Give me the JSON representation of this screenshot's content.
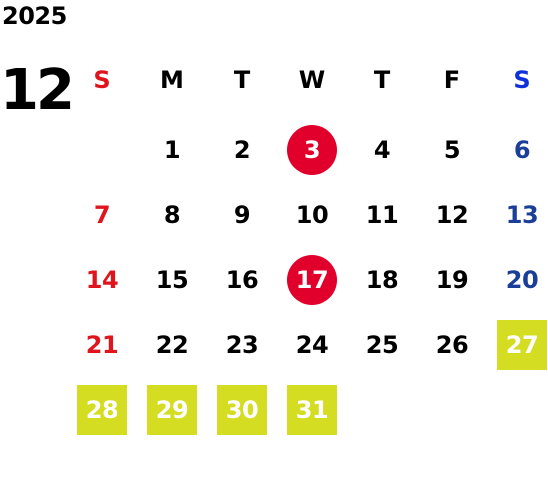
{
  "calendar": {
    "year": "2025",
    "month": "12",
    "weekdays": [
      "S",
      "M",
      "T",
      "W",
      "T",
      "F",
      "S"
    ],
    "weekday_colors": [
      "#e0141c",
      "#000000",
      "#000000",
      "#000000",
      "#000000",
      "#000000",
      "#1030d8"
    ],
    "colors": {
      "sunday": "#e0141c",
      "saturday": "#1b3f99",
      "weekday": "#000000",
      "circle_highlight": "#e0002b",
      "box_highlight": "#d4dd22",
      "highlight_text": "#ffffff"
    },
    "weeks": [
      [
        null,
        {
          "d": "1"
        },
        {
          "d": "2"
        },
        {
          "d": "3",
          "hl": "circle"
        },
        {
          "d": "4"
        },
        {
          "d": "5"
        },
        {
          "d": "6"
        }
      ],
      [
        {
          "d": "7"
        },
        {
          "d": "8"
        },
        {
          "d": "9"
        },
        {
          "d": "10"
        },
        {
          "d": "11"
        },
        {
          "d": "12"
        },
        {
          "d": "13"
        }
      ],
      [
        {
          "d": "14"
        },
        {
          "d": "15"
        },
        {
          "d": "16"
        },
        {
          "d": "17",
          "hl": "circle"
        },
        {
          "d": "18"
        },
        {
          "d": "19"
        },
        {
          "d": "20"
        }
      ],
      [
        {
          "d": "21"
        },
        {
          "d": "22"
        },
        {
          "d": "23"
        },
        {
          "d": "24"
        },
        {
          "d": "25"
        },
        {
          "d": "26"
        },
        {
          "d": "27",
          "hl": "box"
        }
      ],
      [
        {
          "d": "28",
          "hl": "box"
        },
        {
          "d": "29",
          "hl": "box"
        },
        {
          "d": "30",
          "hl": "box"
        },
        {
          "d": "31",
          "hl": "box"
        },
        null,
        null,
        null
      ]
    ]
  }
}
